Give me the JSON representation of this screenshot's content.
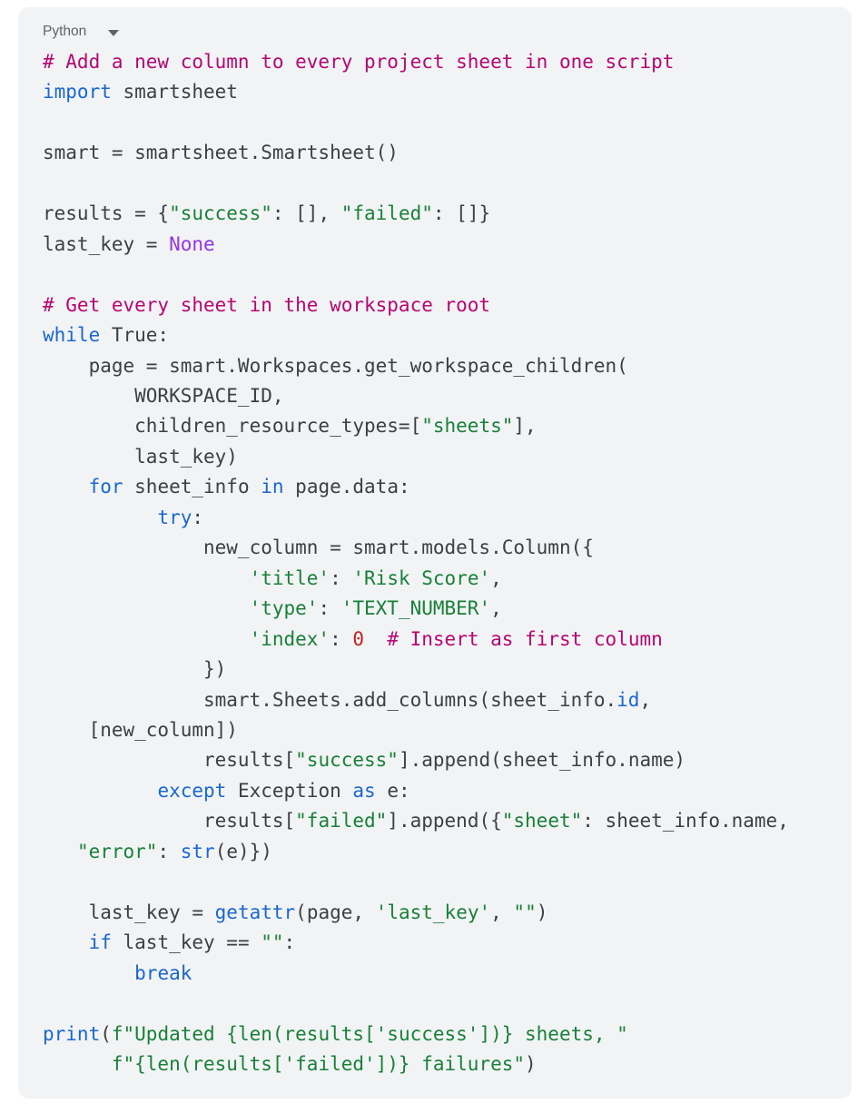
{
  "language_selector": {
    "label": "Python",
    "caret_icon": "chevron-down"
  },
  "colors": {
    "card_bg": "#f1f3f4",
    "plain": "#3c4043",
    "keyword": "#1967d2",
    "string": "#188038",
    "comment": "#b80672",
    "number": "#c5221f",
    "literal": "#9334e6",
    "label_gray": "#5f6368"
  },
  "code": {
    "language": "Python",
    "lines": [
      [
        [
          "c",
          "# Add a new column to every project sheet in one script"
        ]
      ],
      [
        [
          "k",
          "import"
        ],
        [
          "p",
          " smartsheet"
        ]
      ],
      [],
      [
        [
          "p",
          "smart = smartsheet.Smartsheet()"
        ]
      ],
      [],
      [
        [
          "p",
          "results = {"
        ],
        [
          "s",
          "\"success\""
        ],
        [
          "p",
          ": [], "
        ],
        [
          "s",
          "\"failed\""
        ],
        [
          "p",
          ": []}"
        ]
      ],
      [
        [
          "p",
          "last_key = "
        ],
        [
          "l",
          "None"
        ]
      ],
      [],
      [
        [
          "c",
          "# Get every sheet in the workspace root"
        ]
      ],
      [
        [
          "k",
          "while"
        ],
        [
          "p",
          " True:"
        ]
      ],
      [
        [
          "p",
          "    page = smart.Workspaces.get_workspace_children("
        ]
      ],
      [
        [
          "p",
          "        WORKSPACE_ID,"
        ]
      ],
      [
        [
          "p",
          "        children_resource_types=["
        ],
        [
          "s",
          "\"sheets\""
        ],
        [
          "p",
          "],"
        ]
      ],
      [
        [
          "p",
          "        last_key)"
        ]
      ],
      [
        [
          "p",
          "    "
        ],
        [
          "k",
          "for"
        ],
        [
          "p",
          " sheet_info "
        ],
        [
          "k",
          "in"
        ],
        [
          "p",
          " page.data:"
        ]
      ],
      [
        [
          "p",
          "          "
        ],
        [
          "k",
          "try"
        ],
        [
          "p",
          ":"
        ]
      ],
      [
        [
          "p",
          "              new_column = smart.models.Column({"
        ]
      ],
      [
        [
          "p",
          "                  "
        ],
        [
          "s",
          "'title'"
        ],
        [
          "p",
          ": "
        ],
        [
          "s",
          "'Risk Score'"
        ],
        [
          "p",
          ","
        ]
      ],
      [
        [
          "p",
          "                  "
        ],
        [
          "s",
          "'type'"
        ],
        [
          "p",
          ": "
        ],
        [
          "s",
          "'TEXT_NUMBER'"
        ],
        [
          "p",
          ","
        ]
      ],
      [
        [
          "p",
          "                  "
        ],
        [
          "s",
          "'index'"
        ],
        [
          "p",
          ": "
        ],
        [
          "n",
          "0"
        ],
        [
          "p",
          "  "
        ],
        [
          "c",
          "# Insert as first column"
        ]
      ],
      [
        [
          "p",
          "              })"
        ]
      ],
      [
        [
          "p",
          "              smart.Sheets.add_columns(sheet_info."
        ],
        [
          "k",
          "id"
        ],
        [
          "p",
          ","
        ]
      ],
      [
        [
          "p",
          "    [new_column])"
        ]
      ],
      [
        [
          "p",
          "              results["
        ],
        [
          "s",
          "\"success\""
        ],
        [
          "p",
          "].append(sheet_info.name)"
        ]
      ],
      [
        [
          "p",
          "          "
        ],
        [
          "k",
          "except"
        ],
        [
          "p",
          " Exception "
        ],
        [
          "k",
          "as"
        ],
        [
          "p",
          " e:"
        ]
      ],
      [
        [
          "p",
          "              results["
        ],
        [
          "s",
          "\"failed\""
        ],
        [
          "p",
          "].append({"
        ],
        [
          "s",
          "\"sheet\""
        ],
        [
          "p",
          ": sheet_info.name,"
        ]
      ],
      [
        [
          "p",
          "   "
        ],
        [
          "s",
          "\"error\""
        ],
        [
          "p",
          ": "
        ],
        [
          "k",
          "str"
        ],
        [
          "p",
          "(e)})"
        ]
      ],
      [],
      [
        [
          "p",
          "    last_key = "
        ],
        [
          "k",
          "getattr"
        ],
        [
          "p",
          "(page, "
        ],
        [
          "s",
          "'last_key'"
        ],
        [
          "p",
          ", "
        ],
        [
          "s",
          "\"\""
        ],
        [
          "p",
          ")"
        ]
      ],
      [
        [
          "p",
          "    "
        ],
        [
          "k",
          "if"
        ],
        [
          "p",
          " last_key == "
        ],
        [
          "s",
          "\"\""
        ],
        [
          "p",
          ":"
        ]
      ],
      [
        [
          "p",
          "        "
        ],
        [
          "k",
          "break"
        ]
      ],
      [],
      [
        [
          "k",
          "print"
        ],
        [
          "p",
          "("
        ],
        [
          "s",
          "f\"Updated {len(results['success'])} sheets, \""
        ]
      ],
      [
        [
          "p",
          "      "
        ],
        [
          "s",
          "f\"{len(results['failed'])} failures\""
        ],
        [
          "p",
          ")"
        ]
      ]
    ]
  }
}
